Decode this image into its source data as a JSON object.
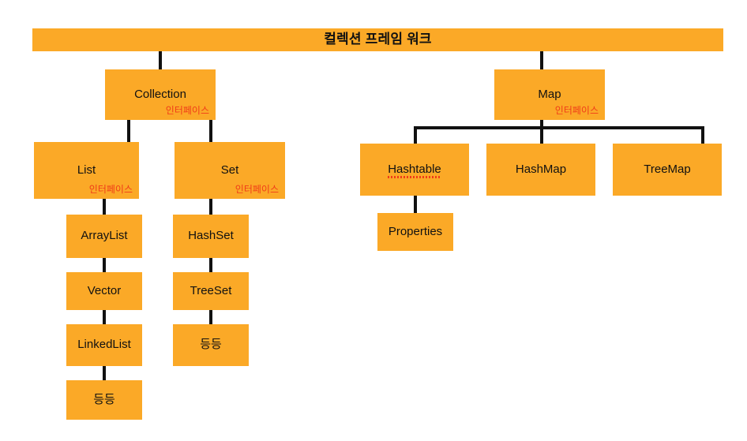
{
  "diagram": {
    "title": "컬렉션 프레임 워크",
    "interface_label": "인터페이스",
    "etc_label": "등등",
    "colors": {
      "node_fill": "#FBA927",
      "node_text": "#111111",
      "interface_text": "#F03C18",
      "edge": "#111111",
      "background": "#FFFFFF"
    },
    "nodes": {
      "root": {
        "label": "컬렉션 프레임 워크"
      },
      "collection": {
        "label": "Collection",
        "sub": "인터페이스"
      },
      "map": {
        "label": "Map",
        "sub": "인터페이스"
      },
      "list": {
        "label": "List",
        "sub": "인터페이스"
      },
      "set": {
        "label": "Set",
        "sub": "인터페이스"
      },
      "hashtable": {
        "label": "Hashtable"
      },
      "hashmap": {
        "label": "HashMap"
      },
      "treemap": {
        "label": "TreeMap"
      },
      "properties": {
        "label": "Properties"
      },
      "arraylist": {
        "label": "ArrayList"
      },
      "vector": {
        "label": "Vector"
      },
      "linkedlist": {
        "label": "LinkedList"
      },
      "list_etc": {
        "label": "등등"
      },
      "hashset": {
        "label": "HashSet"
      },
      "treeset": {
        "label": "TreeSet"
      },
      "set_etc": {
        "label": "등등"
      }
    },
    "edges": [
      {
        "from": "root",
        "to": "collection"
      },
      {
        "from": "root",
        "to": "map"
      },
      {
        "from": "collection",
        "to": "list"
      },
      {
        "from": "collection",
        "to": "set"
      },
      {
        "from": "map",
        "to": "hashtable"
      },
      {
        "from": "map",
        "to": "hashmap"
      },
      {
        "from": "map",
        "to": "treemap"
      },
      {
        "from": "hashtable",
        "to": "properties"
      },
      {
        "from": "list",
        "to": "arraylist"
      },
      {
        "from": "arraylist",
        "to": "vector"
      },
      {
        "from": "vector",
        "to": "linkedlist"
      },
      {
        "from": "linkedlist",
        "to": "list_etc"
      },
      {
        "from": "set",
        "to": "hashset"
      },
      {
        "from": "hashset",
        "to": "treeset"
      },
      {
        "from": "treeset",
        "to": "set_etc"
      }
    ]
  }
}
